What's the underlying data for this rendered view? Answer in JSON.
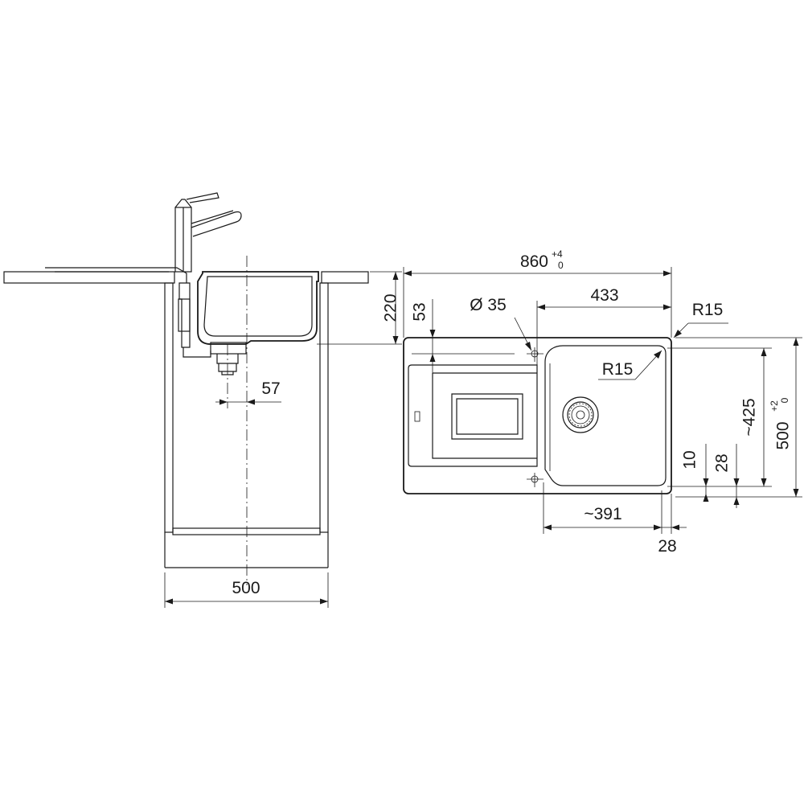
{
  "side_view": {
    "dim_cabinet_width": "500",
    "dim_bowl_depth": "220",
    "dim_drain_offset": "57"
  },
  "top_view": {
    "dim_overall_length": "860",
    "dim_overall_length_tol_plus": "+4",
    "dim_overall_length_tol_minus": "0",
    "dim_bowl_length": "433",
    "dim_tap_hole": "Ø 35",
    "dim_corner_radius_outer": "R15",
    "dim_corner_radius_inner": "R15",
    "dim_tap_offset": "53",
    "dim_bowl_width": "~425",
    "dim_overall_width": "500",
    "dim_overall_width_tol_plus": "+2",
    "dim_overall_width_tol_minus": "0",
    "dim_edge_10": "10",
    "dim_edge_28_vertical": "28",
    "dim_drainer_length": "~391",
    "dim_edge_28_horizontal": "28"
  },
  "colors": {
    "line": "#1a1a1a",
    "background": "#ffffff"
  }
}
